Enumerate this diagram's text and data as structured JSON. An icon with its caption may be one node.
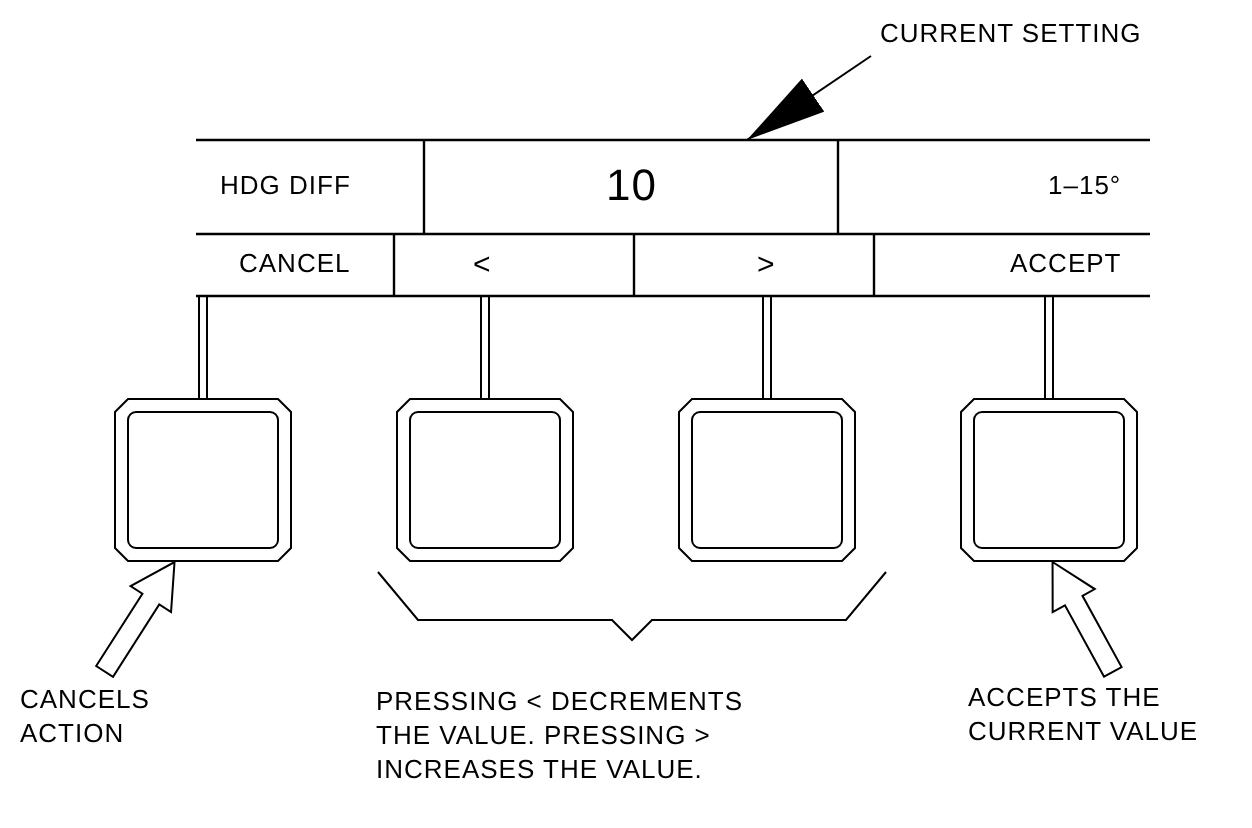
{
  "diagram": {
    "nodes": [
      {
        "text": [
          "HDG DIFF"
        ]
      },
      {
        "text": [
          "10"
        ]
      },
      {
        "text": [
          "1–15°"
        ]
      },
      {
        "text": [
          "CANCEL"
        ]
      },
      {
        "text": [
          "<"
        ]
      },
      {
        "text": [
          ">"
        ]
      },
      {
        "text": [
          "ACCEPT"
        ]
      },
      {
        "text": [],
        "shape": "box"
      },
      {
        "text": [],
        "shape": "box"
      },
      {
        "text": [],
        "shape": "box"
      },
      {
        "text": [],
        "shape": "box"
      },
      {
        "text": [
          "CURRENT SETTING"
        ]
      },
      {
        "text": [
          "CANCELS ACTION"
        ]
      },
      {
        "text": [
          "PRESSING < DECREMENTS THE VALUE. PRESSING > INCREASES THE VALUE."
        ]
      },
      {
        "text": [
          "ACCEPTS THE CURRENT VALUE"
        ]
      }
    ],
    "edges": [
      {
        "from": 3,
        "to": 7,
        "arrow": "none"
      },
      {
        "from": 4,
        "to": 8,
        "arrow": "none"
      },
      {
        "from": 5,
        "to": 9,
        "arrow": "none"
      },
      {
        "from": 6,
        "to": 10,
        "arrow": "none"
      },
      {
        "from": 11,
        "to": 1,
        "arrow": "to"
      },
      {
        "from": 12,
        "to": 7,
        "arrow": "to",
        "style": "thick"
      },
      {
        "from": 14,
        "to": 10,
        "arrow": "to",
        "style": "thick"
      }
    ]
  }
}
